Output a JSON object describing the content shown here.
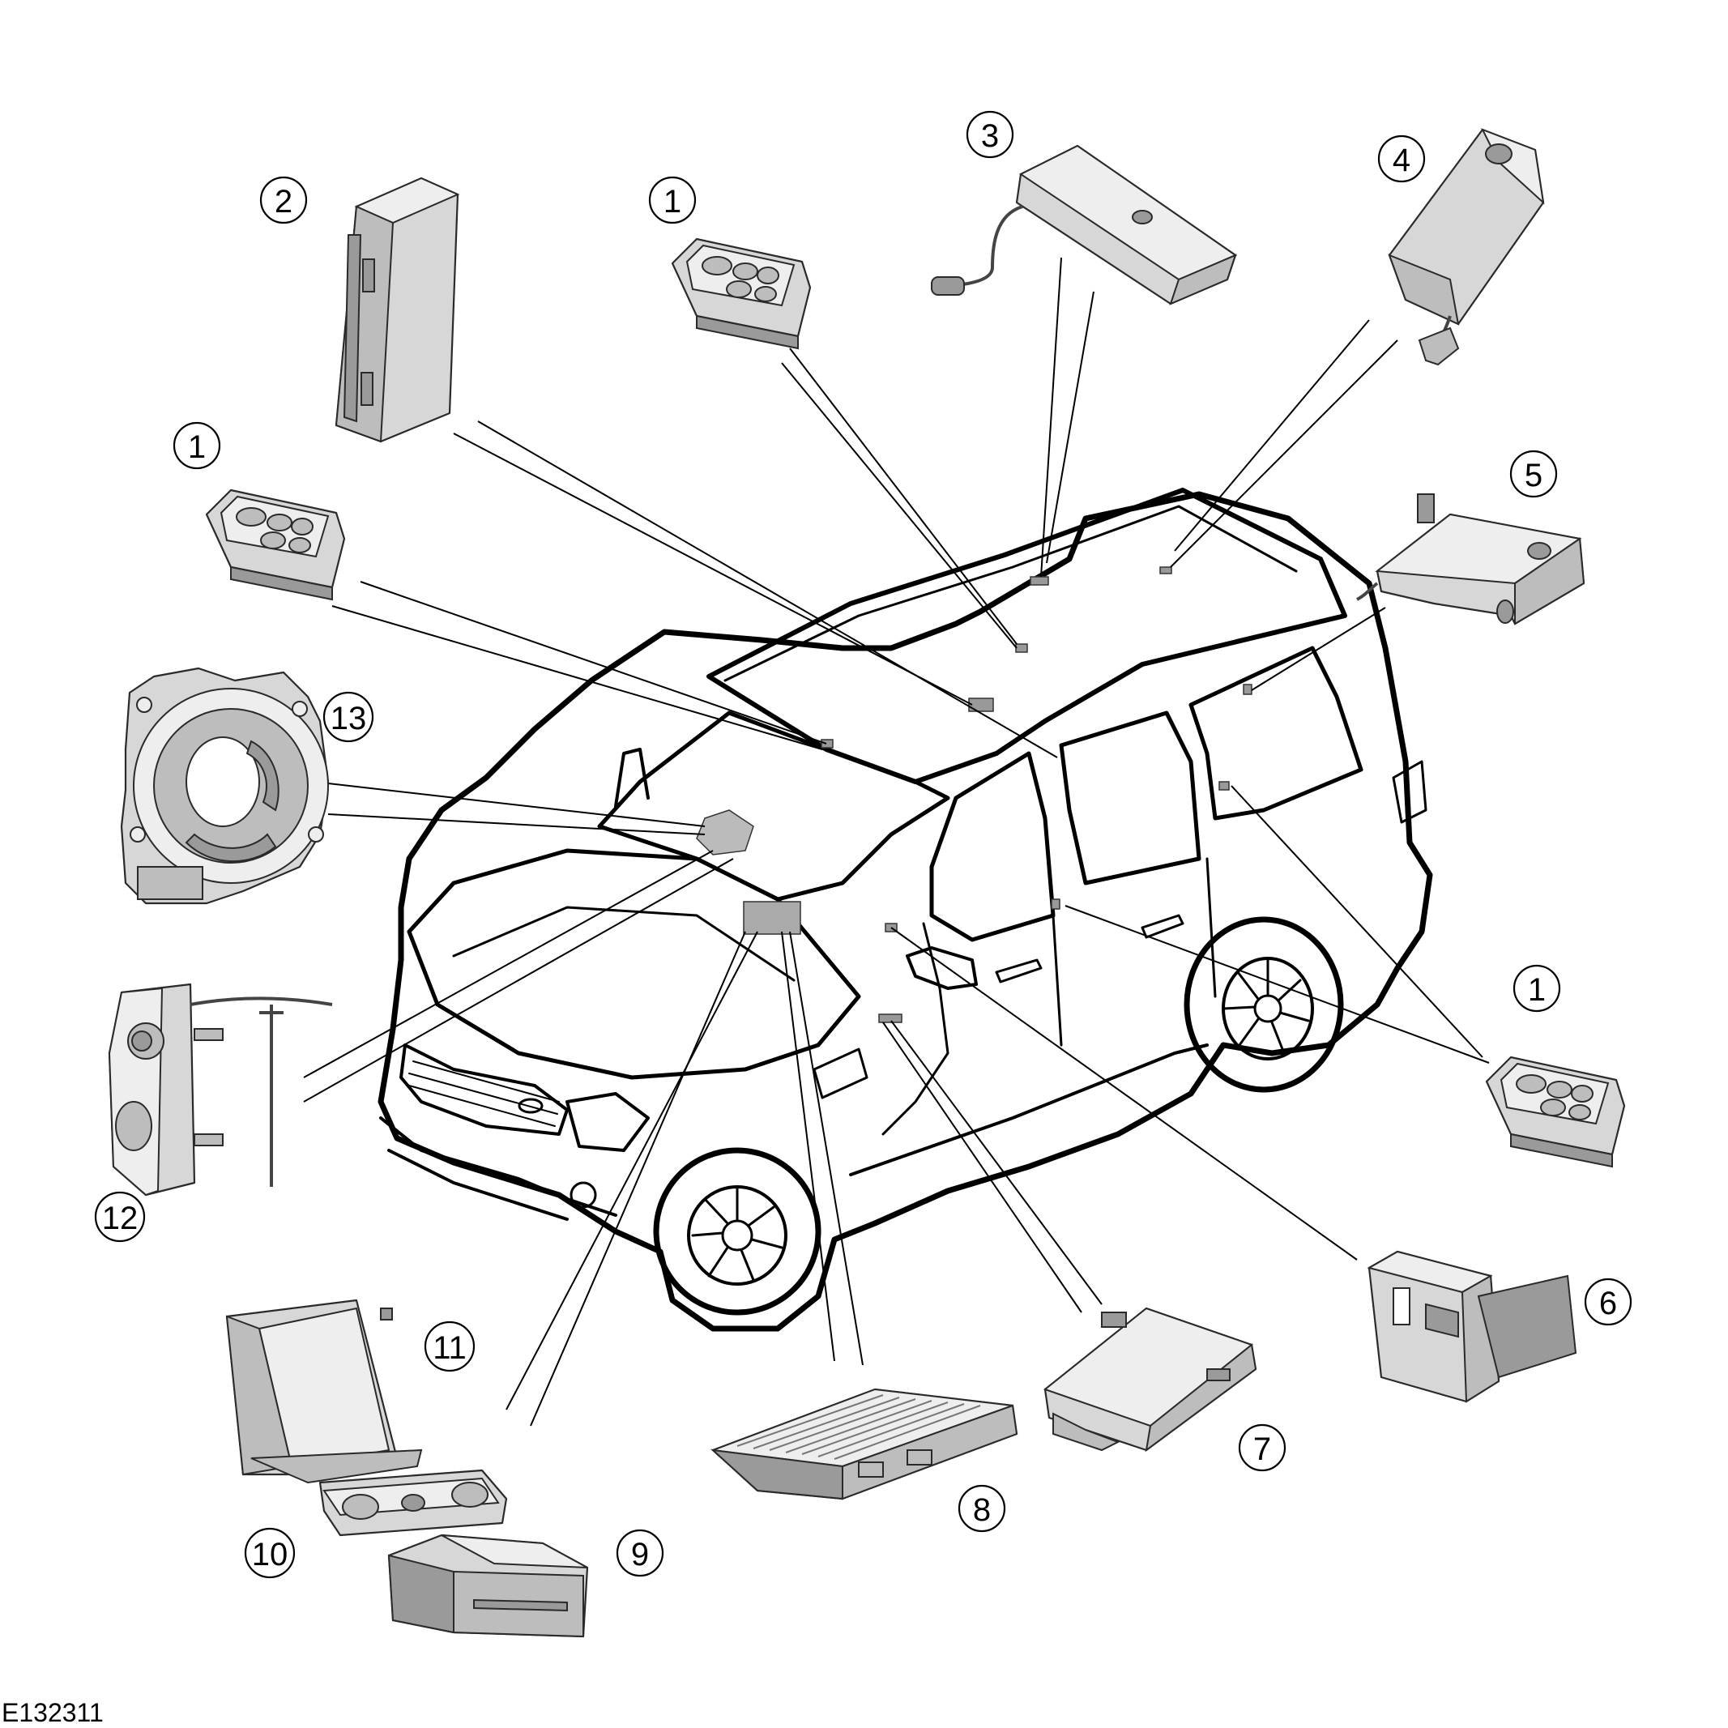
{
  "figure_id": "E132311",
  "callouts": [
    "1",
    "2",
    "1",
    "3",
    "4",
    "5",
    "13",
    "1",
    "12",
    "11",
    "10",
    "9",
    "8",
    "7",
    "6"
  ],
  "colors": {
    "line": "#000000",
    "component_fill": "#d7d7d7",
    "background": "#ffffff"
  }
}
